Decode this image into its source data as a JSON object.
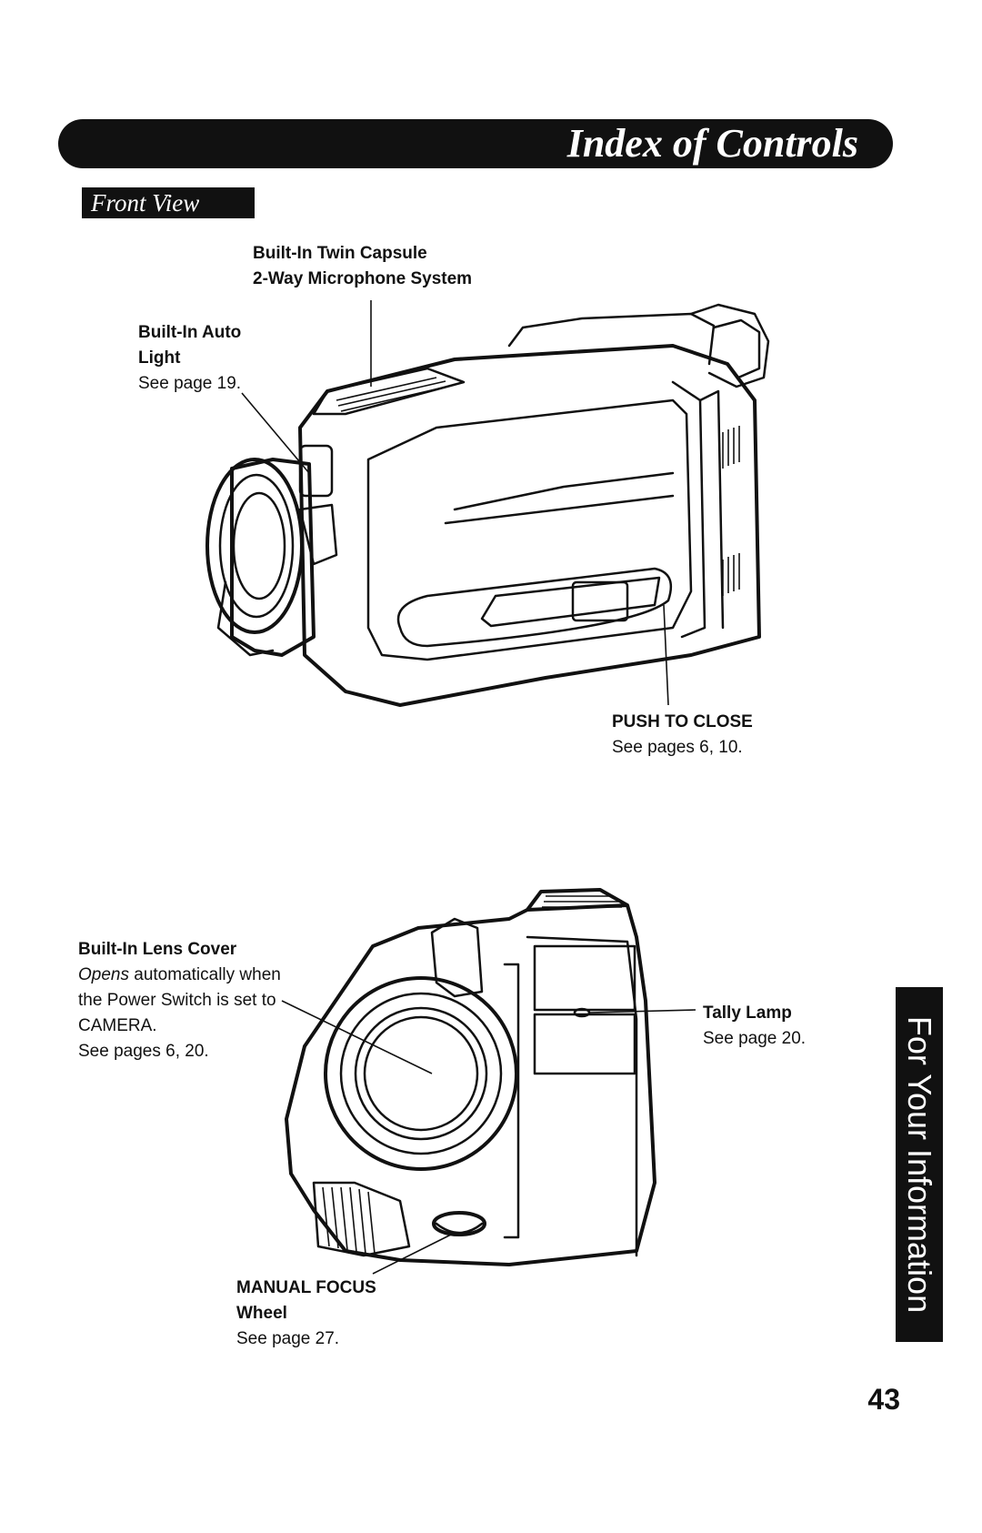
{
  "header": {
    "title": "Index of Controls"
  },
  "section": {
    "title": "Front View"
  },
  "side_tab": {
    "label": "For Your Information"
  },
  "labels": {
    "microphone": {
      "line1": "Built-In Twin Capsule",
      "line2": "2-Way Microphone System"
    },
    "auto_light": {
      "line1": "Built-In Auto",
      "line2": "Light",
      "ref": "See page 19."
    },
    "push_to_close": {
      "title": "PUSH TO CLOSE",
      "ref": "See pages 6, 10."
    },
    "lens_cover": {
      "title": "Built-In Lens Cover",
      "desc_italic": "Opens",
      "desc_rest": " automatically when",
      "line2": "the Power Switch is set to",
      "line3": "CAMERA.",
      "ref": "See pages 6, 20."
    },
    "tally_lamp": {
      "title": "Tally Lamp",
      "ref": "See page 20."
    },
    "manual_focus": {
      "line1": "MANUAL FOCUS",
      "line2": "Wheel",
      "ref": "See page 27."
    }
  },
  "page_number": "43"
}
